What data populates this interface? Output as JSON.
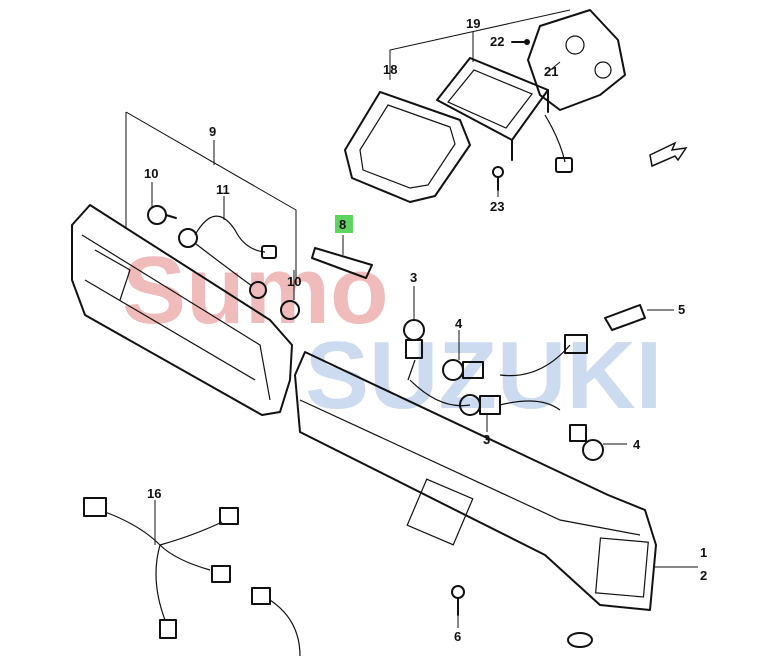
{
  "callouts": {
    "c1": "1",
    "c2": "2",
    "c3a": "3",
    "c3b": "3",
    "c4a": "4",
    "c4b": "4",
    "c5": "5",
    "c6": "6",
    "c8": "8",
    "c9": "9",
    "c10a": "10",
    "c10b": "10",
    "c11": "11",
    "c16": "16",
    "c18": "18",
    "c19": "19",
    "c21": "21",
    "c22": "22",
    "c23": "23"
  },
  "highlight_color": "#5fd35f",
  "watermark": {
    "line1": "Sumo",
    "line2": "SUZUKI"
  },
  "colors": {
    "line": "#111111",
    "watermark_red": "#d9534f",
    "watermark_blue": "#9db4d6"
  }
}
